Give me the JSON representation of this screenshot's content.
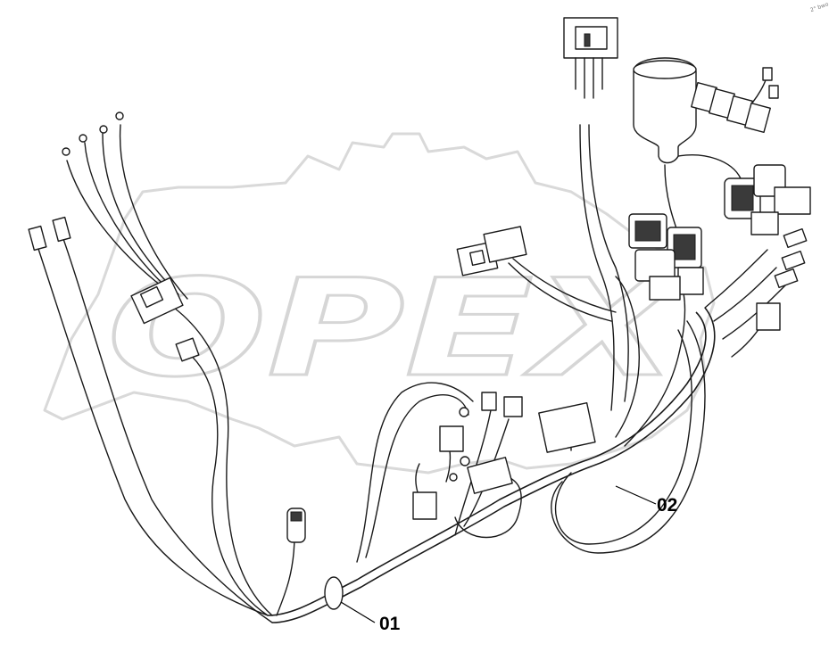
{
  "watermark": {
    "text": "OPEX"
  },
  "callouts": [
    {
      "id": "01",
      "label": "01"
    },
    {
      "id": "02",
      "label": "02"
    }
  ],
  "corner_mark": {
    "text": "2° bwo"
  }
}
